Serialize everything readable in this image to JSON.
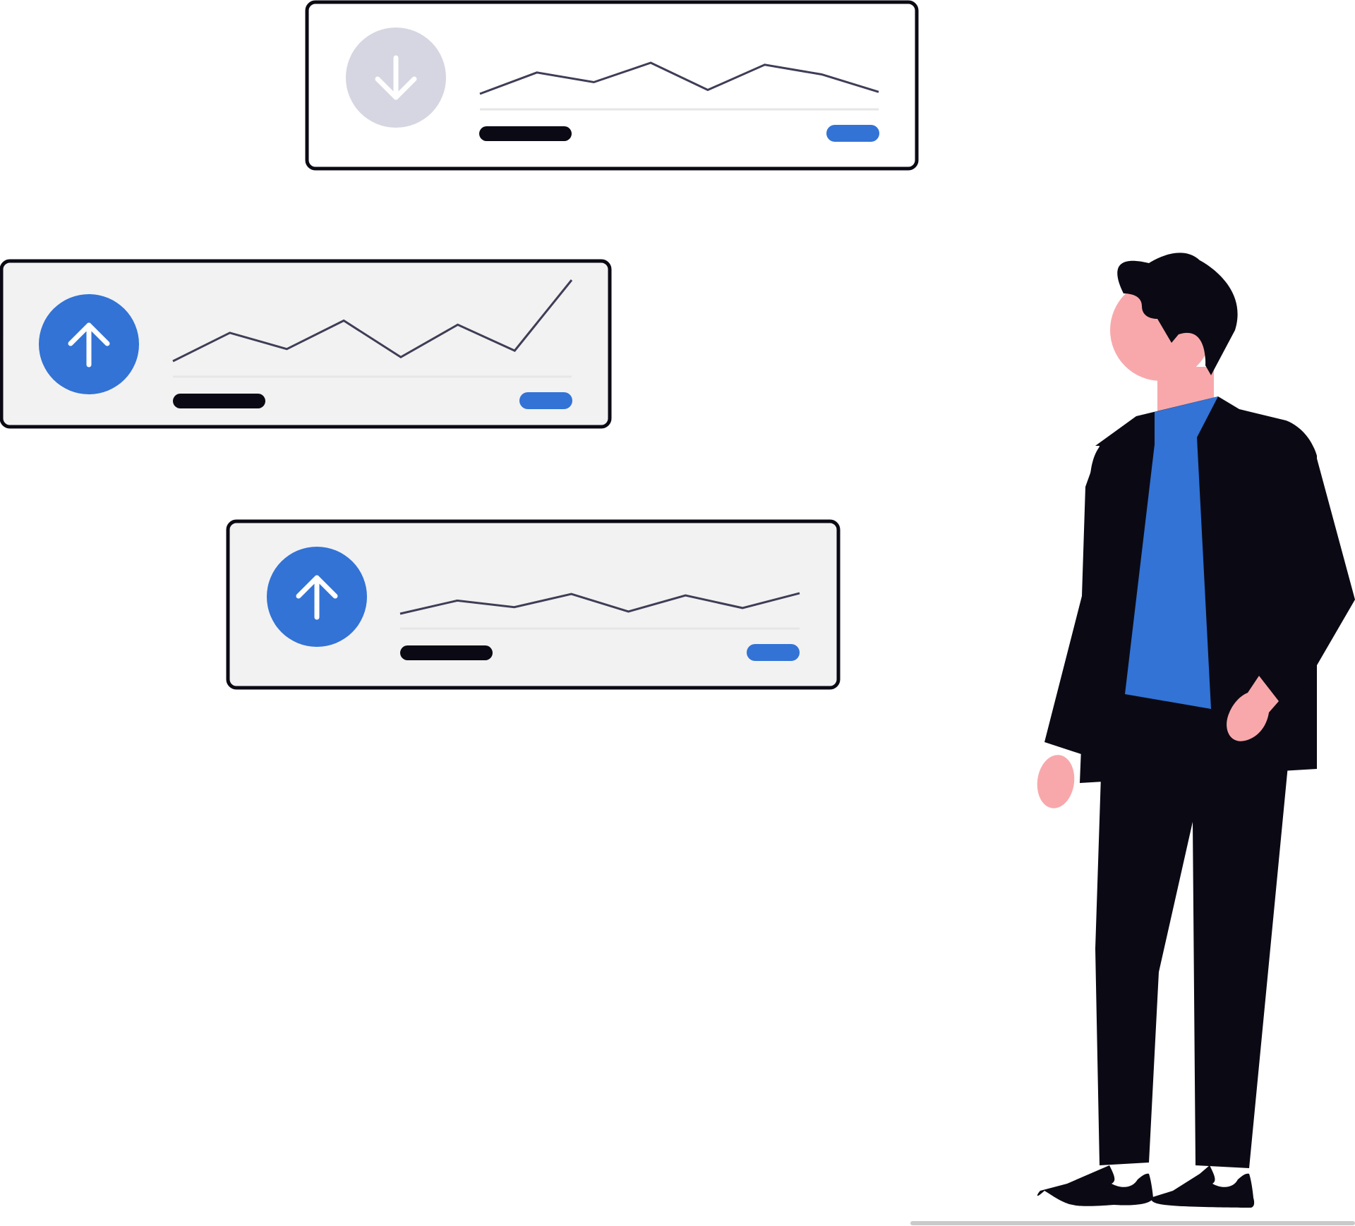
{
  "colors": {
    "accent": "#3273d5",
    "dark": "#0b0a14",
    "panel_light": "#f2f2f2",
    "panel_white": "#ffffff",
    "disabled": "#d6d6e2",
    "line": "#3f3d56",
    "divider": "#e6e6e6",
    "skin": "#f8a8ab",
    "floor": "#cacaca"
  },
  "cards": [
    {
      "icon": "arrow-down-icon",
      "state": "disabled",
      "trend": [
        0.0,
        0.55,
        0.3,
        0.8,
        0.1,
        0.75,
        0.5,
        0.05
      ]
    },
    {
      "icon": "arrow-up-icon",
      "state": "active",
      "trend": [
        0.0,
        0.35,
        0.15,
        0.5,
        0.05,
        0.45,
        0.13,
        1.0
      ]
    },
    {
      "icon": "arrow-up-icon",
      "state": "active",
      "trend": [
        0.0,
        0.3,
        0.15,
        0.45,
        0.05,
        0.42,
        0.13,
        0.47
      ]
    }
  ]
}
